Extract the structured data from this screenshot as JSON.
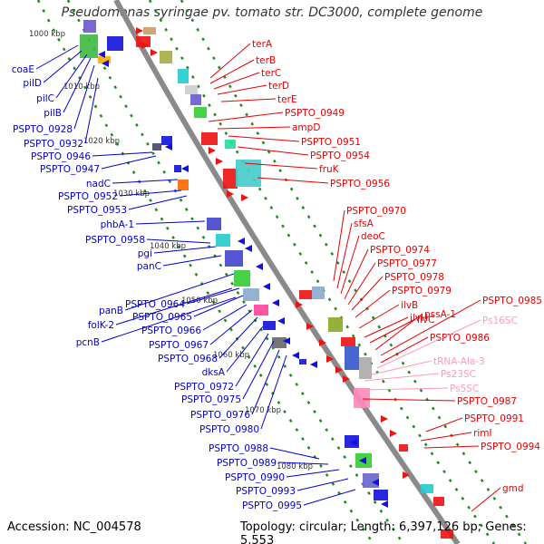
{
  "title": "Pseudomonas syringae pv. tomato str. DC3000, complete genome",
  "footer": {
    "accession": "Accession: NC_004578",
    "summary": "Topology: circular; Length: 6,397,126 bp; Genes: 5,553"
  },
  "colors": {
    "backbone": "#8a8a8a",
    "tick": "#1f8a1f",
    "forward_label": "#e60000",
    "reverse_label": "#0000cc",
    "rna_label": "#ff99bb",
    "forward_gene": "#ee1111",
    "reverse_gene": "#1111dd"
  },
  "scale_labels": [
    "1000 kbp",
    "1010 kbp",
    "1020 kbp",
    "1030 kbp",
    "1040 kbp",
    "1050 kbp",
    "1060 kbp",
    "1070 kbp",
    "1080 kbp"
  ],
  "left_genes": [
    "coaE",
    "pilD",
    "pilC",
    "pilB",
    "PSPTO_0928",
    "PSPTO_0932",
    "PSPTO_0946",
    "PSPTO_0947",
    "nadC",
    "PSPTO_0952",
    "PSPTO_0953",
    "phbA-1",
    "PSPTO_0958",
    "pgi",
    "panC",
    "panB",
    "folK-2",
    "pcnB",
    "PSPTO_0964",
    "PSPTO_0965",
    "PSPTO_0966",
    "PSPTO_0967",
    "PSPTO_0968",
    "dksA",
    "PSPTO_0972",
    "PSPTO_0975",
    "PSPTO_0976",
    "PSPTO_0980",
    "PSPTO_0988",
    "PSPTO_0989",
    "PSPTO_0990",
    "PSPTO_0993",
    "PSPTO_0995"
  ],
  "right_genes_top": [
    "terA",
    "terB",
    "terC",
    "terD",
    "terE",
    "PSPTO_0949",
    "ampD",
    "PSPTO_0951",
    "PSPTO_0954",
    "fruK",
    "PSPTO_0956"
  ],
  "right_genes_mid": [
    "PSPTO_0970",
    "sfsA",
    "deoC",
    "PSPTO_0974",
    "PSPTO_0977",
    "PSPTO_0978",
    "PSPTO_0979",
    "ilvB",
    "ilvH",
    "ilvC",
    "pssA-1",
    "PSPTO_0985",
    "PSPTO_0986",
    "Ps16SC",
    "tRNA-Ala-3",
    "Ps23SC",
    "Ps5SC",
    "PSPTO_0987",
    "PSPTO_0991",
    "rimI",
    "PSPTO_0994",
    "gmd"
  ]
}
